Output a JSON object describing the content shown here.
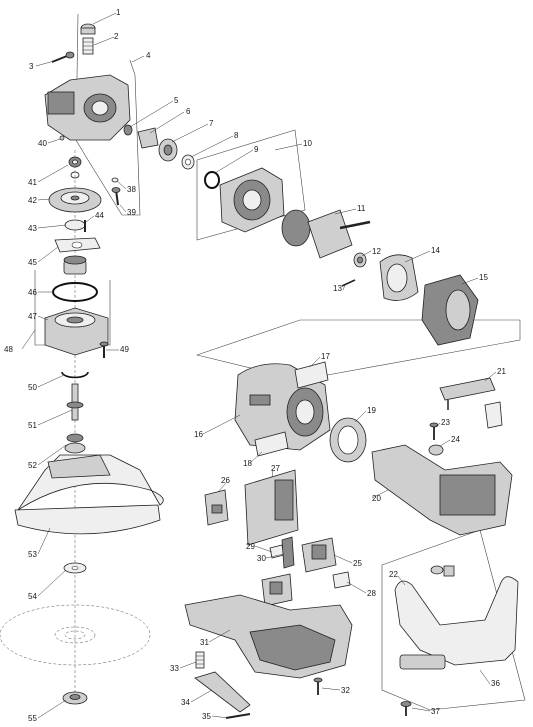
{
  "parts": [
    {
      "id": "1",
      "label": "1"
    },
    {
      "id": "2",
      "label": "2"
    },
    {
      "id": "3",
      "label": "3"
    },
    {
      "id": "4",
      "label": "4"
    },
    {
      "id": "5",
      "label": "5"
    },
    {
      "id": "6",
      "label": "6"
    },
    {
      "id": "7",
      "label": "7"
    },
    {
      "id": "8",
      "label": "8"
    },
    {
      "id": "9",
      "label": "9"
    },
    {
      "id": "10",
      "label": "10"
    },
    {
      "id": "11",
      "label": "11"
    },
    {
      "id": "12",
      "label": "12"
    },
    {
      "id": "13",
      "label": "13"
    },
    {
      "id": "14",
      "label": "14"
    },
    {
      "id": "15",
      "label": "15"
    },
    {
      "id": "16",
      "label": "16"
    },
    {
      "id": "17",
      "label": "17"
    },
    {
      "id": "18",
      "label": "18"
    },
    {
      "id": "19",
      "label": "19"
    },
    {
      "id": "20",
      "label": "20"
    },
    {
      "id": "21",
      "label": "21"
    },
    {
      "id": "22",
      "label": "22"
    },
    {
      "id": "23",
      "label": "23"
    },
    {
      "id": "24",
      "label": "24"
    },
    {
      "id": "25",
      "label": "25"
    },
    {
      "id": "26",
      "label": "26"
    },
    {
      "id": "27",
      "label": "27"
    },
    {
      "id": "28",
      "label": "28"
    },
    {
      "id": "29",
      "label": "29"
    },
    {
      "id": "30",
      "label": "30"
    },
    {
      "id": "31",
      "label": "31"
    },
    {
      "id": "32",
      "label": "32"
    },
    {
      "id": "33",
      "label": "33"
    },
    {
      "id": "34",
      "label": "34"
    },
    {
      "id": "35",
      "label": "35"
    },
    {
      "id": "36",
      "label": "36"
    },
    {
      "id": "37",
      "label": "37"
    },
    {
      "id": "38",
      "label": "38"
    },
    {
      "id": "39",
      "label": "39"
    },
    {
      "id": "40",
      "label": "40"
    },
    {
      "id": "41",
      "label": "41"
    },
    {
      "id": "42",
      "label": "42"
    },
    {
      "id": "43",
      "label": "43"
    },
    {
      "id": "44",
      "label": "44"
    },
    {
      "id": "45",
      "label": "45"
    },
    {
      "id": "46",
      "label": "46"
    },
    {
      "id": "47",
      "label": "47"
    },
    {
      "id": "48",
      "label": "48"
    },
    {
      "id": "49",
      "label": "49"
    },
    {
      "id": "50",
      "label": "50"
    },
    {
      "id": "51",
      "label": "51"
    },
    {
      "id": "52",
      "label": "52"
    },
    {
      "id": "53",
      "label": "53"
    },
    {
      "id": "54",
      "label": "54"
    },
    {
      "id": "55",
      "label": "55"
    }
  ]
}
